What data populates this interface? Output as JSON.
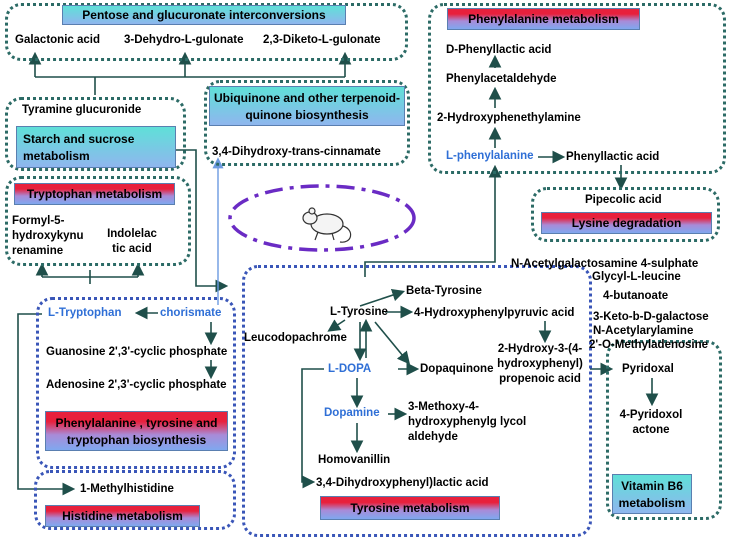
{
  "modules": {
    "pentose": "Pentose and glucuronate interconversions",
    "phenylalanine": "Phenylalanine metabolism",
    "ubiquinone": "Ubiquinone and other terpenoid-quinone biosynthesis",
    "starch": "Starch and sucrose metabolism",
    "tryptophan": "Tryptophan metabolism",
    "lysine": "Lysine  degradation",
    "phe_tyr_trp": "Phenylalanine , tyrosine and tryptophan biosynthesis",
    "tyrosine": "Tyrosine metabolism",
    "histidine": "Histidine metabolism",
    "vitamin_b6": "Vitamin B6 metabolism"
  },
  "metabolites": {
    "galactonic_acid": "Galactonic acid",
    "dehydro_gulonate": "3-Dehydro-L-gulonate",
    "diketo_gulonate": "2,3-Diketo-L-gulonate",
    "d_phenyllactic_acid": "D-Phenyllactic acid",
    "phenylacetaldehyde": "Phenylacetaldehyde",
    "hydroxyphenethylamine": "2-Hydroxyphenethylamine",
    "l_phenylalanine": "L-phenylalanine",
    "phenyllactic_acid": "Phenyllactic acid",
    "tyramine_glucuronide": "Tyramine glucuronide",
    "dihydroxy_cinnamate": "3,4-Dihydroxy-trans-cinnamate",
    "pipecolic_acid": "Pipecolic acid",
    "formyl_hydroxykynurenamine": "Formyl-5-hydroxykynu renamine",
    "indolelactic_acid": "Indolelac tic acid",
    "l_tryptophan": "L-Tryptophan",
    "chorismate": "chorismate",
    "guanosine_cp": "Guanosine 2',3'-cyclic phosphate",
    "adenosine_cp": "Adenosine 2',3'-cyclic phosphate",
    "methylhistidine": "1-Methylhistidine",
    "l_tyrosine": "L-Tyrosine",
    "beta_tyrosine": "Beta-Tyrosine",
    "hydroxyphenylpyruvic": "4-Hydroxyphenylpyruvic acid",
    "leucodopachrome": "Leucodopachrome",
    "l_dopa": "L-DOPA",
    "dopaquinone": "Dopaquinone",
    "hydroxy_propenoic": "2-Hydroxy-3-(4-hydroxyphenyl) propenoic acid",
    "dopamine": "Dopamine",
    "methoxy_glycol_aldehyde": "3-Methoxy-4-hydroxyphenylg lycol aldehyde",
    "homovanillin": "Homovanillin",
    "dihydroxyphenyl_lactic": "3,4-Dihydroxyphenyl)lactic acid",
    "pyridoxal": "Pyridoxal",
    "pyridoxolactone": "4-Pyridoxol actone"
  },
  "unassigned": [
    "N-Acetylgalactosamine 4-sulphate",
    "Glycyl-L-leucine",
    "4-butanoate",
    "3-Keto-b-D-galactose",
    "N-Acetylarylamine",
    "2'-O-Methyladenosine"
  ],
  "colors": {
    "teal_border": "#2c6b66",
    "blue_border": "#3a56b8",
    "arrow": "#1f4f4a",
    "blue_text": "#2f6fd6",
    "mouse_ring": "#6a2bc4"
  },
  "icons": {
    "center": "mouse-icon"
  }
}
